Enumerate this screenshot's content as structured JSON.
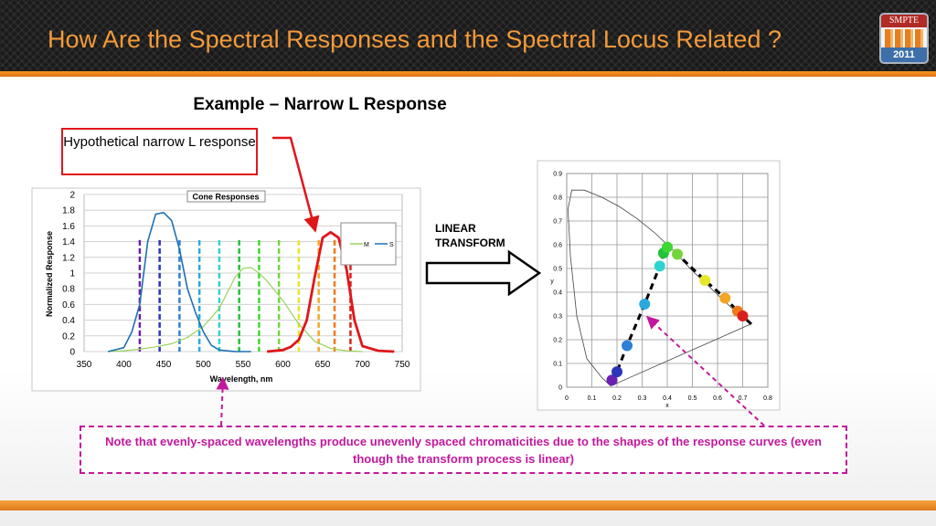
{
  "slide": {
    "title": "How Are the Spectral Responses and the Spectral Locus Related ?",
    "subtitle": "Example – Narrow L Response",
    "callout": "Hypothetical narrow L response",
    "transform_label": "LINEAR\nTRANSFORM",
    "note": "Note that evenly-spaced wavelengths produce unevenly spaced chromaticities due to the shapes of the response curves (even though the transform process is linear)",
    "logo": {
      "top": "SMPTE",
      "bottom": "2011"
    },
    "colors": {
      "accent_orange": "#f7941d",
      "callout_red": "#e0161b",
      "note_magenta": "#c2189b",
      "arrow_red": "#e0161b"
    }
  },
  "chart_data": [
    {
      "type": "line",
      "title": "Cone Responses",
      "xlabel": "Wavelength, nm",
      "ylabel": "Normalized Response",
      "xlim": [
        350,
        750
      ],
      "ylim": [
        0,
        2
      ],
      "xticks": [
        "350",
        "400",
        "450",
        "500",
        "550",
        "600",
        "650",
        "700",
        "750"
      ],
      "yticks": [
        "0",
        "0.2",
        "0.4",
        "0.6",
        "0.8",
        "1",
        "1.2",
        "1.4",
        "1.6",
        "1.8",
        "2"
      ],
      "grid": true,
      "legend_position": "top-right",
      "series": [
        {
          "name": "M",
          "color": "#9bd35a",
          "x": [
            380,
            400,
            420,
            440,
            460,
            480,
            500,
            520,
            530,
            540,
            550,
            560,
            570,
            580,
            600,
            620,
            640,
            660,
            680,
            700
          ],
          "y": [
            0.0,
            0.01,
            0.03,
            0.06,
            0.1,
            0.18,
            0.32,
            0.55,
            0.75,
            0.95,
            1.06,
            1.07,
            1.0,
            0.9,
            0.65,
            0.35,
            0.13,
            0.04,
            0.01,
            0.0
          ]
        },
        {
          "name": "S",
          "color": "#1f6fb2",
          "x": [
            380,
            400,
            410,
            420,
            430,
            440,
            450,
            460,
            470,
            480,
            490,
            500,
            510,
            520,
            540,
            560
          ],
          "y": [
            0.0,
            0.05,
            0.25,
            0.6,
            1.4,
            1.75,
            1.77,
            1.67,
            1.3,
            0.8,
            0.5,
            0.25,
            0.08,
            0.02,
            0.0,
            0.0
          ]
        },
        {
          "name": "",
          "color": "#e0161b",
          "x": [
            580,
            600,
            610,
            620,
            630,
            640,
            650,
            660,
            670,
            680,
            690,
            700,
            720,
            740
          ],
          "y": [
            0.0,
            0.02,
            0.06,
            0.15,
            0.4,
            0.95,
            1.45,
            1.52,
            1.45,
            1.05,
            0.4,
            0.07,
            0.01,
            0.0
          ]
        }
      ],
      "wavelength_markers": [
        {
          "x": 420,
          "color": "#6a1fb2"
        },
        {
          "x": 445,
          "color": "#2b35b8"
        },
        {
          "x": 470,
          "color": "#2f7fd6"
        },
        {
          "x": 495,
          "color": "#29a8e0"
        },
        {
          "x": 520,
          "color": "#2fd4d0"
        },
        {
          "x": 545,
          "color": "#22c23a"
        },
        {
          "x": 570,
          "color": "#3ed833"
        },
        {
          "x": 595,
          "color": "#74d63a"
        },
        {
          "x": 620,
          "color": "#e6e62a"
        },
        {
          "x": 645,
          "color": "#f5a623"
        },
        {
          "x": 665,
          "color": "#f07a1a"
        },
        {
          "x": 685,
          "color": "#d8211d"
        }
      ]
    },
    {
      "type": "scatter",
      "xlabel": "x",
      "ylabel": "y",
      "xlim": [
        0,
        0.8
      ],
      "ylim": [
        0,
        0.9
      ],
      "xticks": [
        "0",
        "0.1",
        "0.2",
        "0.3",
        "0.4",
        "0.5",
        "0.6",
        "0.7",
        "0.8"
      ],
      "yticks": [
        "0",
        "0.1",
        "0.2",
        "0.3",
        "0.4",
        "0.5",
        "0.6",
        "0.7",
        "0.8",
        "0.9"
      ],
      "grid": true,
      "spectral_locus": {
        "x": [
          0.175,
          0.17,
          0.16,
          0.14,
          0.08,
          0.04,
          0.015,
          0.005,
          0.02,
          0.07,
          0.14,
          0.21,
          0.28,
          0.35,
          0.42,
          0.5,
          0.58,
          0.66,
          0.73
        ],
        "y": [
          0.005,
          0.01,
          0.02,
          0.04,
          0.12,
          0.3,
          0.55,
          0.75,
          0.83,
          0.83,
          0.8,
          0.76,
          0.71,
          0.65,
          0.58,
          0.49,
          0.41,
          0.33,
          0.265
        ]
      },
      "transformed_points": [
        {
          "x": 0.18,
          "y": 0.03,
          "color": "#6a1fb2"
        },
        {
          "x": 0.2,
          "y": 0.065,
          "color": "#2b35b8"
        },
        {
          "x": 0.24,
          "y": 0.175,
          "color": "#2f7fd6"
        },
        {
          "x": 0.31,
          "y": 0.35,
          "color": "#29a8e0"
        },
        {
          "x": 0.37,
          "y": 0.51,
          "color": "#2fd4d0"
        },
        {
          "x": 0.385,
          "y": 0.565,
          "color": "#22c23a"
        },
        {
          "x": 0.4,
          "y": 0.59,
          "color": "#3ed833"
        },
        {
          "x": 0.44,
          "y": 0.56,
          "color": "#74d63a"
        },
        {
          "x": 0.55,
          "y": 0.45,
          "color": "#e6e62a"
        },
        {
          "x": 0.63,
          "y": 0.375,
          "color": "#f5a623"
        },
        {
          "x": 0.68,
          "y": 0.32,
          "color": "#f07a1a"
        },
        {
          "x": 0.7,
          "y": 0.3,
          "color": "#d8211d"
        }
      ]
    }
  ]
}
